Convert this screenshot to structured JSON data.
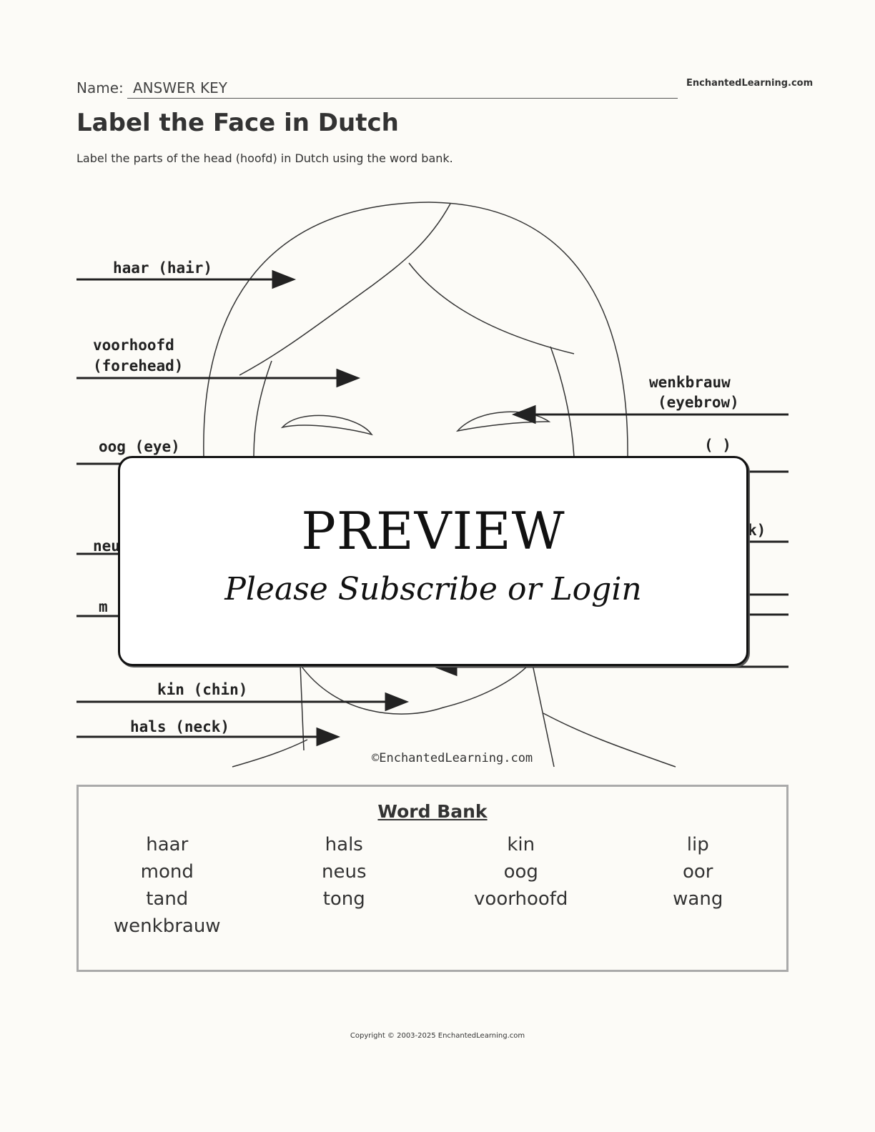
{
  "header": {
    "name_label": "Name:",
    "name_value": "ANSWER KEY",
    "brand": "EnchantedLearning.com"
  },
  "title": "Label the Face in Dutch",
  "subtitle": "Label the parts of the head (hoofd) in Dutch using the word bank.",
  "diagram": {
    "labels_left": [
      {
        "text": "haar (hair)"
      },
      {
        "text": "voorhoofd"
      },
      {
        "text": "(forehead)"
      },
      {
        "text": "oog (eye)"
      },
      {
        "text": "neu"
      },
      {
        "text": "m"
      },
      {
        "text": "kin (chin)"
      },
      {
        "text": "hals (neck)"
      }
    ],
    "labels_right": [
      {
        "text": "wenkbrauw"
      },
      {
        "text": "(eyebrow)"
      },
      {
        "text": "(   )"
      },
      {
        "text": "k)"
      }
    ],
    "copyright": "©EnchantedLearning.com"
  },
  "overlay": {
    "title": "PREVIEW",
    "subtitle": "Please Subscribe or Login"
  },
  "word_bank": {
    "title": "Word Bank",
    "words": [
      "haar",
      "hals",
      "kin",
      "lip",
      "mond",
      "neus",
      "oog",
      "oor",
      "tand",
      "tong",
      "voorhoofd",
      "wang",
      "wenkbrauw"
    ]
  },
  "footer": "Copyright © 2003-2025 EnchantedLearning.com"
}
